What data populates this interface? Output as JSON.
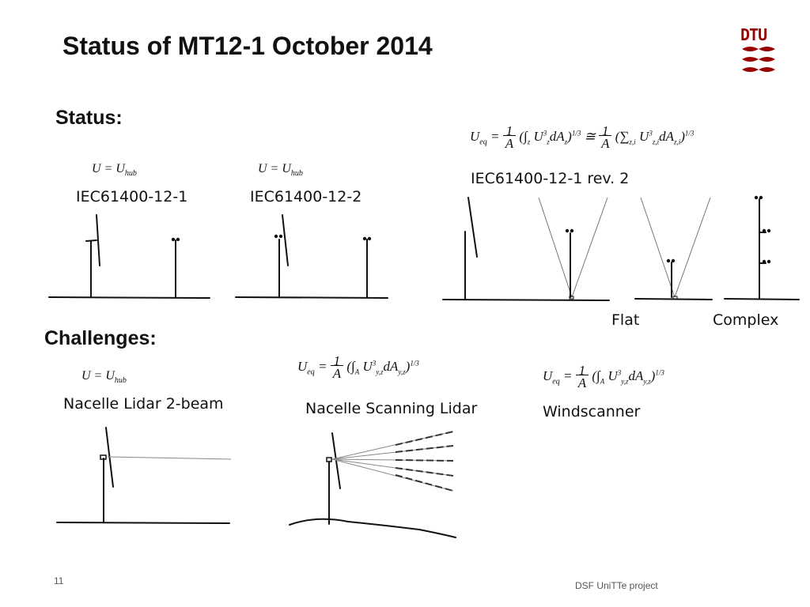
{
  "slide": {
    "title": "Status of MT12-1 October 2014",
    "status_heading": "Status:",
    "challenges_heading": "Challenges:",
    "page_number": "11",
    "footer": "DSF UniTTe project"
  },
  "logo": {
    "text": "DTU",
    "color": "#990000"
  },
  "status_items": [
    {
      "label": "IEC61400-12-1",
      "formula": "U = U_hub"
    },
    {
      "label": "IEC61400-12-2",
      "formula": "U = U_hub"
    },
    {
      "label": "IEC61400-12-1 rev. 2",
      "formula": "U_eq = 1/A (∫_z U_z^3 dA_z)^1/3 ≅ 1/A (∑_z,i U_z,i^3 dA_z,i)^1/3"
    }
  ],
  "terrain_labels": [
    "Flat",
    "Complex"
  ],
  "challenge_items": [
    {
      "label": "Nacelle Lidar 2-beam",
      "formula": "U = U_hub"
    },
    {
      "label": "Nacelle Scanning Lidar",
      "formula": "U_eq = 1/A (∫_A U_y,z^3 dA_y,z)^1/3"
    },
    {
      "label": "Windscanner",
      "formula": "U_eq = 1/A (∫_A U_y,z^3 dA_y,z)^1/3"
    }
  ]
}
